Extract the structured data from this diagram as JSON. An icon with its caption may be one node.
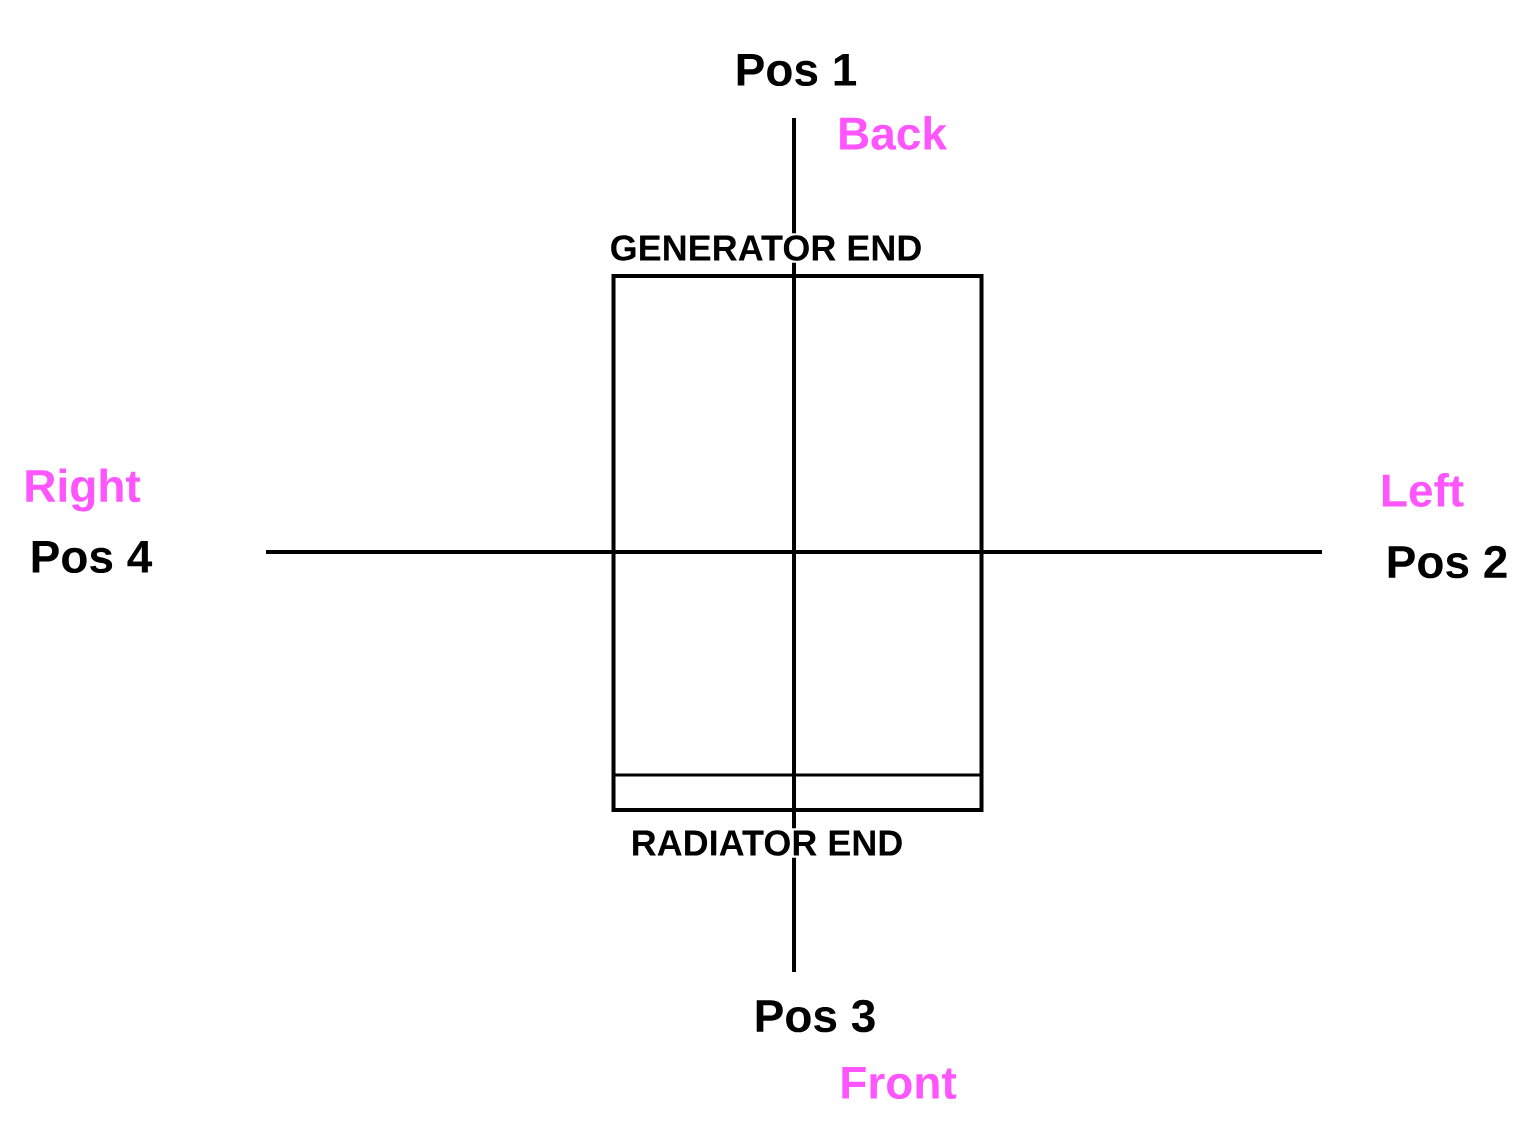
{
  "diagram": {
    "nodes": [
      {
        "text": [
          "GENERATOR END",
          "RADIATOR END"
        ]
      }
    ],
    "edges": [],
    "labels": [
      "Pos 1",
      "Back",
      "Right",
      "Left",
      "Pos 4",
      "Pos 2",
      "Pos 3",
      "Front"
    ]
  }
}
